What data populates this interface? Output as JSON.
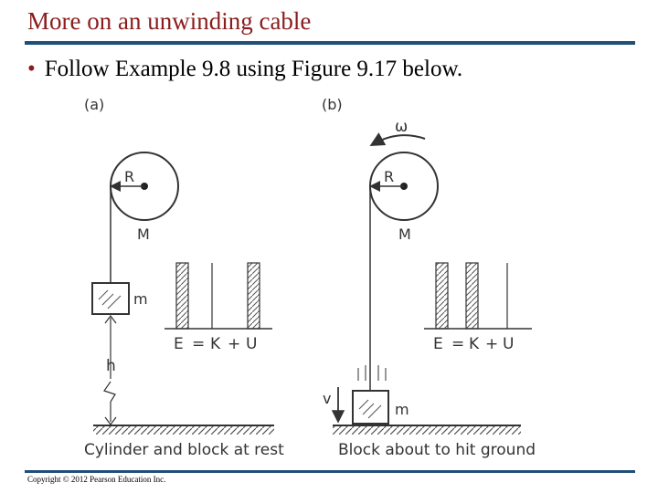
{
  "slide": {
    "title": "More on an unwinding cable",
    "bullet_symbol": "•",
    "bullet_text": "Follow Example 9.8 using Figure 9.17 below.",
    "copyright": "Copyright © 2012 Pearson Education Inc."
  },
  "figure": {
    "panel_a": {
      "label": "(a)",
      "radius_label": "R",
      "mass_cylinder_label": "M",
      "block_mass_label": "m",
      "height_label": "h",
      "energy_eq": {
        "e": "E",
        "eq": "=",
        "k": "K",
        "plus": "+",
        "u": "U"
      },
      "caption": "Cylinder and block at rest"
    },
    "panel_b": {
      "label": "(b)",
      "omega_label": "ω",
      "radius_label": "R",
      "mass_cylinder_label": "M",
      "block_mass_label": "m",
      "velocity_label": "v",
      "energy_eq": {
        "e": "E",
        "eq": "=",
        "k": "K",
        "plus": "+",
        "u": "U"
      },
      "caption": "Block about to hit ground"
    }
  }
}
